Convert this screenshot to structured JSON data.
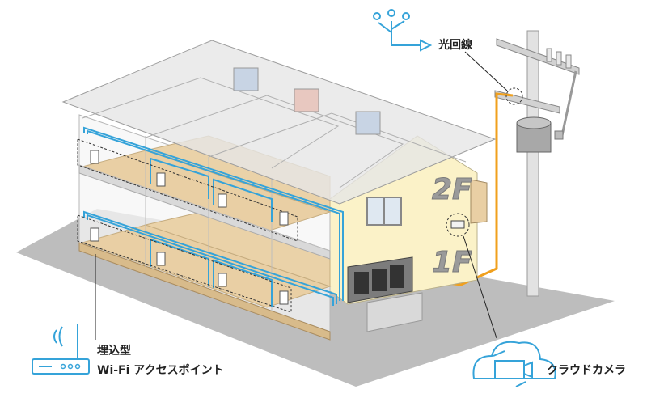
{
  "labels": {
    "fiber": "光回線",
    "floor_2f": "2F",
    "floor_1f": "1F",
    "ap_line1": "埋込型",
    "ap_line2": "Wi-Fi アクセスポイント",
    "camera": "クラウドカメラ"
  },
  "icons": {
    "fiber": "fiber-network-icon",
    "router": "wifi-router-icon",
    "camera": "cloud-camera-icon"
  },
  "colors": {
    "lan": "#35a3d9",
    "fiber": "#f0a01e",
    "icon": "#35a3d9",
    "wall": "#fbf2c8",
    "floor": "#e9cfa4",
    "ground": "#bdbdbd"
  }
}
